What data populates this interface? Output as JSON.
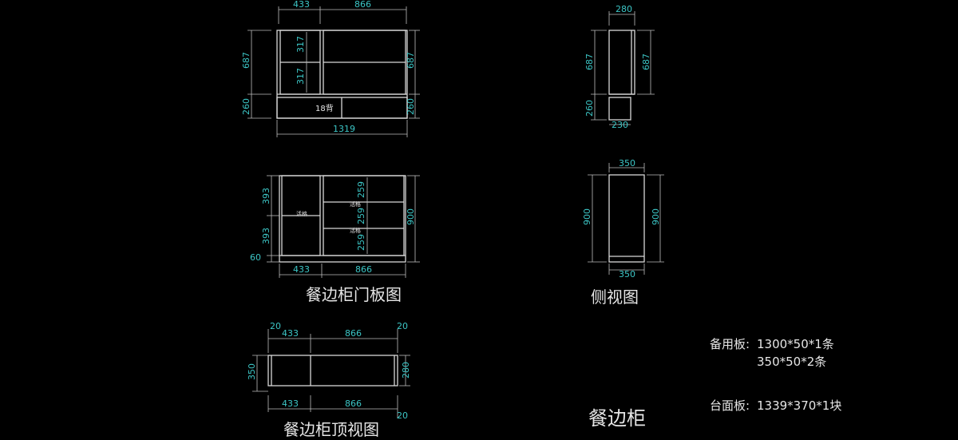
{
  "titles": {
    "front": "餐边柜门板图",
    "side": "侧视图",
    "top": "餐边柜顶视图",
    "main": "餐边柜"
  },
  "notes": {
    "spare_label": "备用板:",
    "spare_1": "1300*50*1条",
    "spare_2": "350*50*2条",
    "top_label": "台面板:",
    "top_value": "1339*370*1块"
  },
  "labels": {
    "back18": "18背",
    "adjust": "活格"
  },
  "dims": {
    "front": {
      "w_left": "433",
      "w_right": "866",
      "h_upper": "687",
      "h_lower": "260",
      "shelf_a": "317",
      "shelf_b": "317",
      "w_total": "1319"
    },
    "inner": {
      "h_a": "393",
      "h_b": "393",
      "h_base": "60",
      "h_total": "900",
      "s1": "259",
      "s2": "259",
      "s3": "259",
      "w_left": "433",
      "w_right": "866"
    },
    "side": {
      "w_top": "280",
      "h_upper": "687",
      "h_lower": "260",
      "w_bottom": "230",
      "w_top2": "350",
      "h_total": "900",
      "w_bottom2": "350"
    },
    "topview": {
      "edge": "20",
      "w_left": "433",
      "w_right": "866",
      "depth_l": "350",
      "depth_r": "280"
    }
  }
}
